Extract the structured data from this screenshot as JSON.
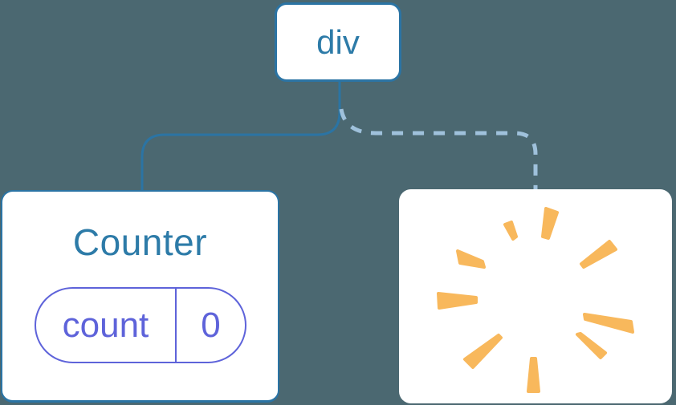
{
  "colors": {
    "background": "#4B6871",
    "node_blue": "#2B74A4",
    "node_text": "#2D7BA8",
    "dashed_blue": "#9FC1DB",
    "indigo": "#5E63DA",
    "poof_orange": "#F8B85C",
    "card_bg": "#FFFFFF"
  },
  "tree": {
    "root": {
      "label": "div"
    },
    "children": [
      {
        "title": "Counter",
        "edge": "solid",
        "state": {
          "key": "count",
          "value": "0"
        }
      },
      {
        "title": "",
        "edge": "dashed",
        "icon": "poof-burst-icon"
      }
    ]
  },
  "poof_icon": {
    "rays": [
      "179,59 183,24 197,29 186,61",
      "132,44 140,41 146,59 142,62",
      "73,77 76,92 106,97 104,90",
      "49,130 50,148 96,141 96,135",
      "227,93 230,97 270,75 262,65",
      "231,156 232,162 291,178 289,165",
      "222,181 226,180 257,204 251,210",
      "124,182 127,185 92,222 82,212",
      "165,211 170,211 174,252 161,252"
    ]
  }
}
